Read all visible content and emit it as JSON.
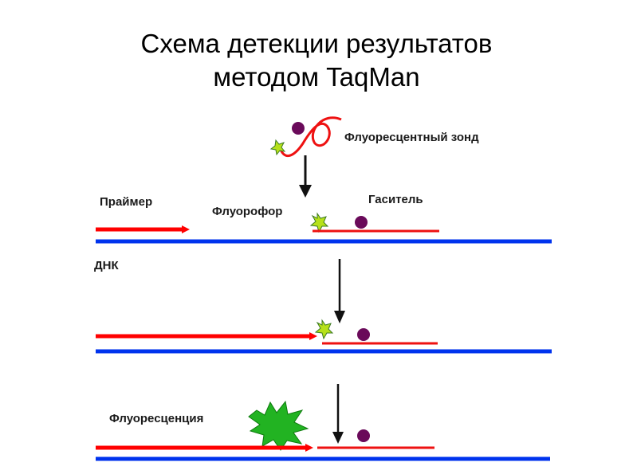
{
  "title": {
    "line1": "Схема детекции результатов",
    "line2": "методом TaqMan"
  },
  "labels": {
    "probe": "Флуоресцентный зонд",
    "primer": "Праймер",
    "fluorophore": "Флуорофор",
    "quencher": "Гаситель",
    "dna": "ДНК",
    "fluorescence": "Флуоресценция"
  },
  "colors": {
    "primer": "#ff0000",
    "dna": "#0033ee",
    "probe": "#ee1111",
    "quencher": "#6a0a5a",
    "fluorophore": "#b6e11a",
    "burst": "#22b322",
    "arrow": "#111111"
  }
}
